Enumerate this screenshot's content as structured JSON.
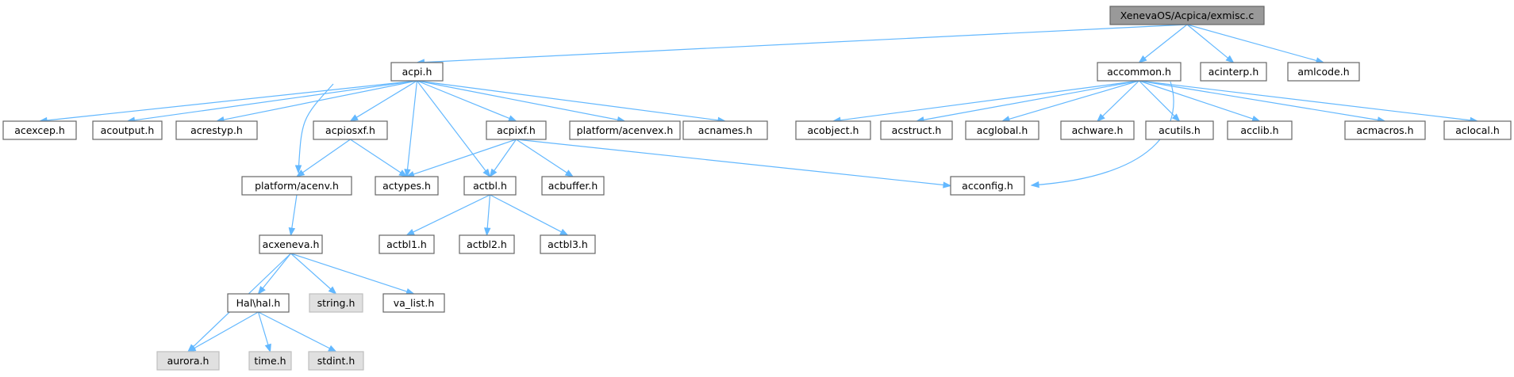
{
  "diagram": {
    "nodes": [
      {
        "id": "root",
        "label": "XenevaOS/Acpica/exmisc.c",
        "style": "root"
      },
      {
        "id": "acpi",
        "label": "acpi.h",
        "style": "normal"
      },
      {
        "id": "accommon",
        "label": "accommon.h",
        "style": "normal"
      },
      {
        "id": "acinterp",
        "label": "acinterp.h",
        "style": "normal"
      },
      {
        "id": "amlcode",
        "label": "amlcode.h",
        "style": "normal"
      },
      {
        "id": "acexcep",
        "label": "acexcep.h",
        "style": "normal"
      },
      {
        "id": "acoutput",
        "label": "acoutput.h",
        "style": "normal"
      },
      {
        "id": "acrestyp",
        "label": "acrestyp.h",
        "style": "normal"
      },
      {
        "id": "acpiosxf",
        "label": "acpiosxf.h",
        "style": "normal"
      },
      {
        "id": "acpixf",
        "label": "acpixf.h",
        "style": "normal"
      },
      {
        "id": "acenvex",
        "label": "platform/acenvex.h",
        "style": "normal"
      },
      {
        "id": "acnames",
        "label": "acnames.h",
        "style": "normal"
      },
      {
        "id": "acobject",
        "label": "acobject.h",
        "style": "normal"
      },
      {
        "id": "acstruct",
        "label": "acstruct.h",
        "style": "normal"
      },
      {
        "id": "acglobal",
        "label": "acglobal.h",
        "style": "normal"
      },
      {
        "id": "achware",
        "label": "achware.h",
        "style": "normal"
      },
      {
        "id": "acutils",
        "label": "acutils.h",
        "style": "normal"
      },
      {
        "id": "acclib",
        "label": "acclib.h",
        "style": "normal"
      },
      {
        "id": "acmacros",
        "label": "acmacros.h",
        "style": "normal"
      },
      {
        "id": "aclocal",
        "label": "aclocal.h",
        "style": "normal"
      },
      {
        "id": "acenv",
        "label": "platform/acenv.h",
        "style": "normal"
      },
      {
        "id": "actypes",
        "label": "actypes.h",
        "style": "normal"
      },
      {
        "id": "actbl",
        "label": "actbl.h",
        "style": "normal"
      },
      {
        "id": "acbuffer",
        "label": "acbuffer.h",
        "style": "normal"
      },
      {
        "id": "acconfig",
        "label": "acconfig.h",
        "style": "normal"
      },
      {
        "id": "acxeneva",
        "label": "acxeneva.h",
        "style": "normal"
      },
      {
        "id": "actbl1",
        "label": "actbl1.h",
        "style": "normal"
      },
      {
        "id": "actbl2",
        "label": "actbl2.h",
        "style": "normal"
      },
      {
        "id": "actbl3",
        "label": "actbl3.h",
        "style": "normal"
      },
      {
        "id": "halh",
        "label": "Hal\\hal.h",
        "style": "normal"
      },
      {
        "id": "string",
        "label": "string.h",
        "style": "external"
      },
      {
        "id": "valist",
        "label": "va_list.h",
        "style": "normal"
      },
      {
        "id": "aurora",
        "label": "aurora.h",
        "style": "external"
      },
      {
        "id": "time",
        "label": "time.h",
        "style": "external"
      },
      {
        "id": "stdint",
        "label": "stdint.h",
        "style": "external"
      }
    ],
    "edges": [
      [
        "root",
        "acpi"
      ],
      [
        "root",
        "accommon"
      ],
      [
        "root",
        "acinterp"
      ],
      [
        "root",
        "amlcode"
      ],
      [
        "acpi",
        "acexcep"
      ],
      [
        "acpi",
        "acoutput"
      ],
      [
        "acpi",
        "acrestyp"
      ],
      [
        "acpi",
        "acpiosxf"
      ],
      [
        "acpi",
        "acpixf"
      ],
      [
        "acpi",
        "acenvex"
      ],
      [
        "acpi",
        "acnames"
      ],
      [
        "acpi",
        "acenv"
      ],
      [
        "acpi",
        "actypes"
      ],
      [
        "acpi",
        "actbl"
      ],
      [
        "acpiosxf",
        "acenv"
      ],
      [
        "acpiosxf",
        "actypes"
      ],
      [
        "acpixf",
        "actypes"
      ],
      [
        "acpixf",
        "actbl"
      ],
      [
        "acpixf",
        "acbuffer"
      ],
      [
        "acpixf",
        "acconfig"
      ],
      [
        "acenv",
        "acxeneva"
      ],
      [
        "actbl",
        "actbl1"
      ],
      [
        "actbl",
        "actbl2"
      ],
      [
        "actbl",
        "actbl3"
      ],
      [
        "acxeneva",
        "aurora"
      ],
      [
        "acxeneva",
        "halh"
      ],
      [
        "acxeneva",
        "string"
      ],
      [
        "acxeneva",
        "valist"
      ],
      [
        "halh",
        "aurora"
      ],
      [
        "halh",
        "time"
      ],
      [
        "halh",
        "stdint"
      ],
      [
        "accommon",
        "acobject"
      ],
      [
        "accommon",
        "acstruct"
      ],
      [
        "accommon",
        "acglobal"
      ],
      [
        "accommon",
        "achware"
      ],
      [
        "accommon",
        "acutils"
      ],
      [
        "accommon",
        "acclib"
      ],
      [
        "accommon",
        "acmacros"
      ],
      [
        "accommon",
        "aclocal"
      ],
      [
        "accommon",
        "acconfig"
      ]
    ],
    "colors": {
      "edge": "#63b8ff",
      "node_fill": "#ffffff",
      "root_fill": "#999999",
      "external_fill": "#e0e0e0",
      "border": "#666666"
    }
  }
}
